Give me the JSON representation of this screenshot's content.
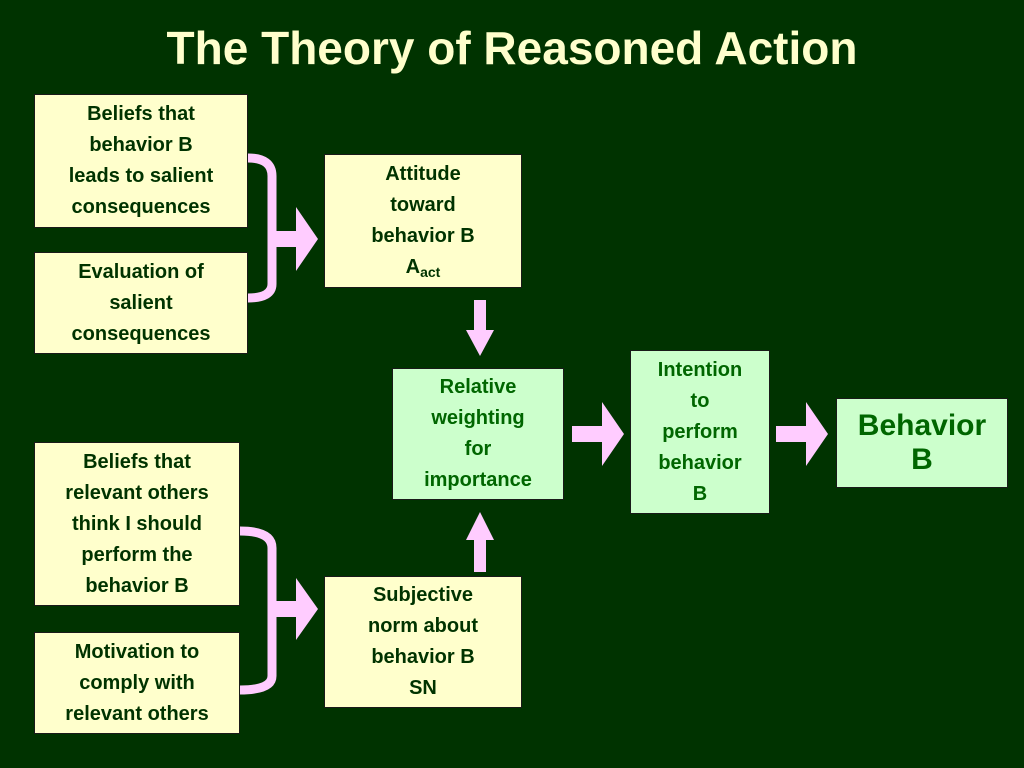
{
  "title": "The Theory of Reasoned Action",
  "colors": {
    "background": "#003300",
    "title_text": "#ffffcc",
    "cream_box": "#ffffcc",
    "green_box": "#ccffcc",
    "dark_green_text": "#006600",
    "arrow": "#ffccff"
  },
  "boxes": {
    "beliefs_consequences": [
      "Beliefs that",
      "behavior B",
      "leads to salient",
      "consequences"
    ],
    "evaluation_consequences": [
      "Evaluation of",
      "salient",
      "consequences"
    ],
    "beliefs_others": [
      "Beliefs that",
      "relevant others",
      "think I should",
      "perform the",
      "behavior B"
    ],
    "motivation_comply": [
      "Motivation to",
      "comply with",
      "relevant others"
    ],
    "attitude": {
      "lines": [
        "Attitude",
        "toward",
        "behavior B"
      ],
      "symbol": "A",
      "symbol_sub": "act"
    },
    "subjective_norm": [
      "Subjective",
      "norm about",
      "behavior B",
      "SN"
    ],
    "relative_weighting": [
      "Relative",
      "weighting",
      "for",
      "importance"
    ],
    "intention": [
      "Intention",
      "to",
      "perform",
      "behavior",
      "B"
    ],
    "behavior": [
      "Behavior",
      "B"
    ]
  }
}
